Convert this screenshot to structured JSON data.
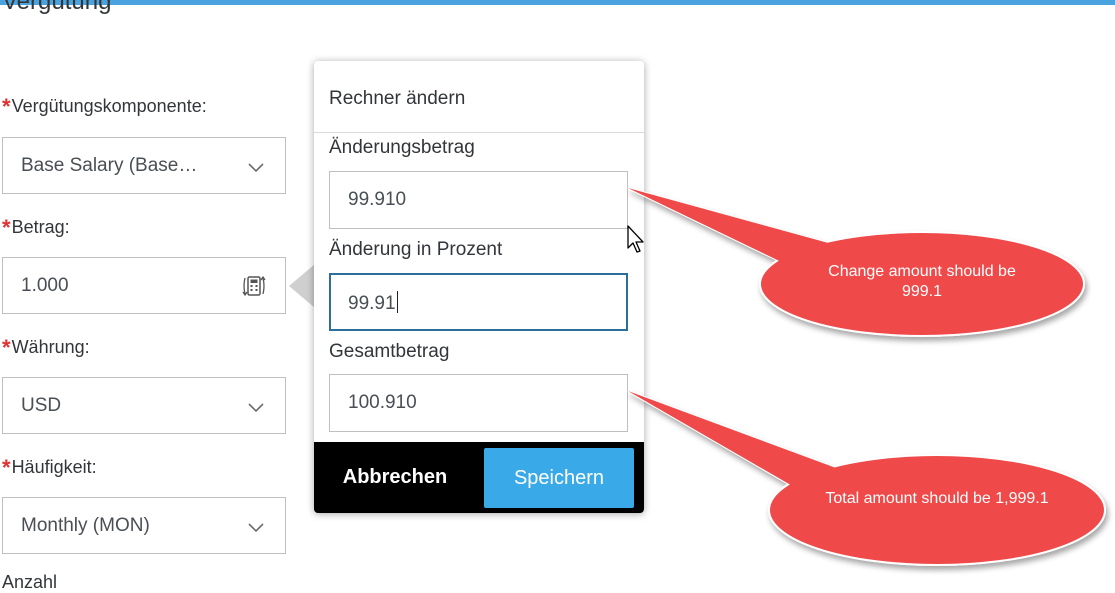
{
  "section_title": "Vergütung",
  "form": {
    "required_marker": "*",
    "component": {
      "label": "Vergütungskomponente:",
      "value": "Base Salary (Base…"
    },
    "amount": {
      "label": "Betrag:",
      "value": "1.000",
      "icon": "calculator-icon"
    },
    "currency": {
      "label": "Währung:",
      "value": "USD"
    },
    "frequency": {
      "label": "Häufigkeit:",
      "value": "Monthly (MON)"
    },
    "next_label_partial": "Anzahl"
  },
  "popover": {
    "title": "Rechner ändern",
    "change_amount": {
      "label": "Änderungsbetrag",
      "value": "99.910"
    },
    "change_percent": {
      "label": "Änderung in Prozent",
      "value": "99.91"
    },
    "total_amount": {
      "label": "Gesamtbetrag",
      "value": "100.910"
    },
    "cancel_label": "Abbrechen",
    "save_label": "Speichern"
  },
  "annotations": [
    {
      "text": "Change amount should be 999.1"
    },
    {
      "text": "Total amount should be 1,999.1"
    }
  ],
  "colors": {
    "accent": "#4aa3df",
    "save_button": "#3aa9e8",
    "required": "#e03030",
    "callout": "#f04848",
    "focus_border": "#2d6f9b"
  }
}
